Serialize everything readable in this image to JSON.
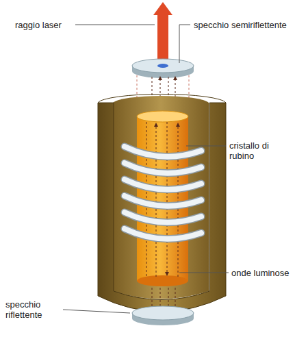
{
  "diagram": {
    "labels": [
      "raggio laser",
      "specchio semiriflettente",
      "cristallo di rubino",
      "onde luminose",
      "specchio riflettente"
    ]
  }
}
